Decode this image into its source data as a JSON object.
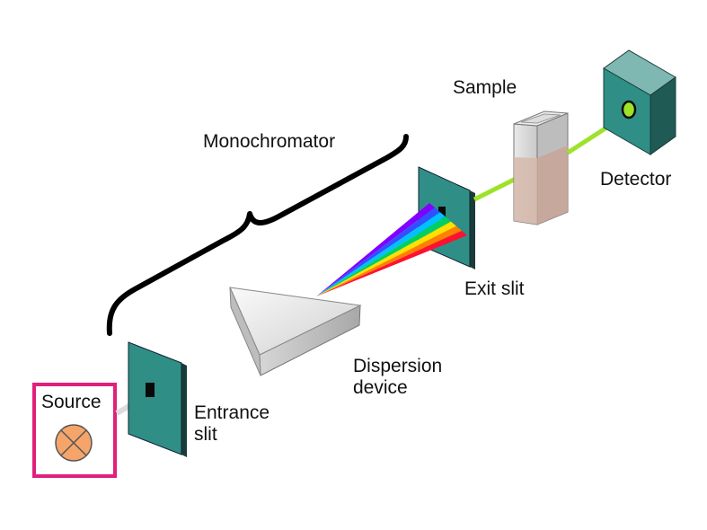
{
  "labels": {
    "monochromator": "Monochromator",
    "sample": "Sample",
    "detector": "Detector",
    "exit_slit": "Exit slit",
    "dispersion_line1": "Dispersion",
    "dispersion_line2": "device",
    "entrance_line1": "Entrance",
    "entrance_line2": "slit",
    "source": "Source"
  },
  "colors": {
    "slit_plate": "#2f8f86",
    "beam_green": "#9ee22a",
    "source_frame": "#e0207a",
    "source_lamp": "#f5a56a",
    "sample_liquid": "#c8a596",
    "detector_body": "#2f8f86"
  },
  "spectrum": [
    "#8000ff",
    "#3050ff",
    "#00c0ff",
    "#00d060",
    "#ffe000",
    "#ff8000",
    "#ff1030"
  ]
}
